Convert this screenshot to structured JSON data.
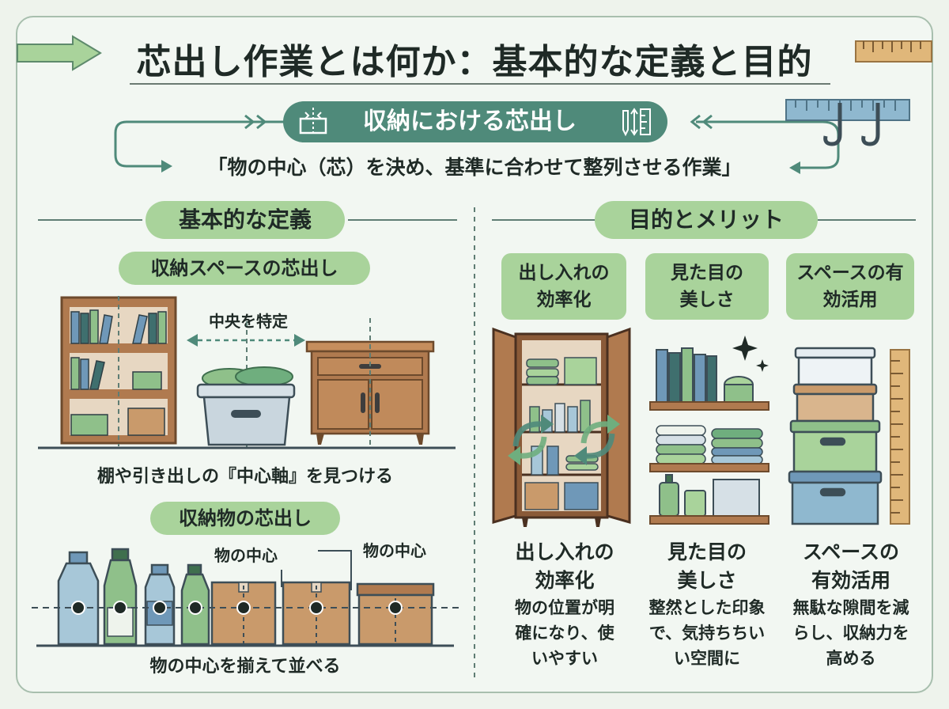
{
  "header": {
    "title": "芯出し作業とは何か：基本的な定義と目的"
  },
  "intro": {
    "badge_label": "収納における芯出し",
    "definition_quote": "「物の中心（芯）を決め、基準に合わせて整列させる作業」"
  },
  "left_section": {
    "heading": "基本的な定義",
    "space_block": {
      "label": "収納スペースの芯出し",
      "center_label": "中央を特定",
      "caption": "棚や引き出しの『中心軸』を見つける"
    },
    "item_block": {
      "label": "収納物の芯出し",
      "callouts": [
        "物の中心",
        "物の中心"
      ],
      "caption": "物の中心を揃えて並べる"
    }
  },
  "right_section": {
    "heading": "目的とメリット",
    "benefits": [
      {
        "tag": "出し入れの効率化",
        "title": "出し入れの効率化",
        "desc": "物の位置が明確になり、使いやすい"
      },
      {
        "tag": "見た目の美しさ",
        "title": "見た目の美しさ",
        "desc": "整然とした印象で、気持ちちいい空間に"
      },
      {
        "tag": "スペースの有効活用",
        "title": "スペースの有効活用",
        "desc": "無駄な隙間を減らし、収納力を高める"
      }
    ]
  },
  "colors": {
    "background": "#eef3ec",
    "accent_green": "#a9d39b",
    "accent_teal": "#4f8a7a",
    "wood": "#b07a4f",
    "blue": "#6f98b8"
  },
  "icons": [
    "arrow-right-icon",
    "ruler-icon",
    "hook-icon",
    "align-icon",
    "pencil-ruler-icon",
    "sparkle-icon",
    "cycle-arrows-icon"
  ]
}
